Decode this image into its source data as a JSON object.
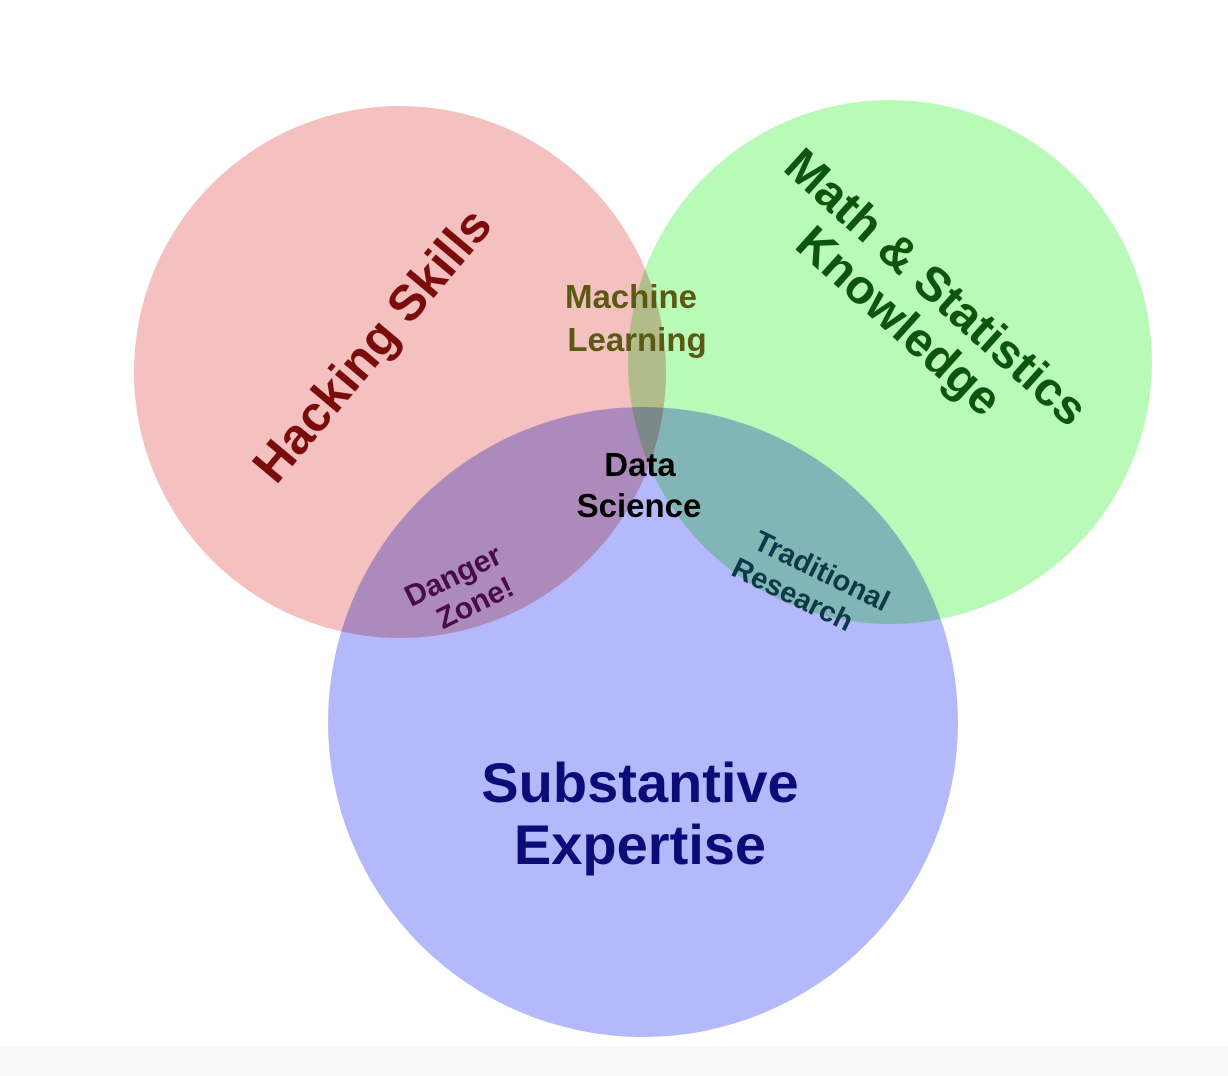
{
  "sets": [
    {
      "label": "Hacking Skills",
      "color": "#f5c0c0",
      "text_color": "#7a0c0c"
    },
    {
      "label_lines": [
        "Math & Statistics",
        "Knowledge"
      ],
      "color": "#b9fab9",
      "text_color": "#0b560b"
    },
    {
      "label_lines": [
        "Substantive",
        "Expertise"
      ],
      "color": "#b3b9fa",
      "text_color": "#0c0c78"
    }
  ],
  "intersections": {
    "machine_learning": {
      "lines": [
        "Machine",
        "Learning"
      ],
      "text_color": "#5a5a12"
    },
    "data_science": {
      "lines": [
        "Data",
        "Science"
      ],
      "text_color": "#000000"
    },
    "danger_zone": {
      "lines": [
        "Danger",
        "Zone!"
      ],
      "text_color": "#4a0c48"
    },
    "traditional_research": {
      "lines": [
        "Traditional",
        "Research"
      ],
      "text_color": "#0c3a48"
    }
  }
}
